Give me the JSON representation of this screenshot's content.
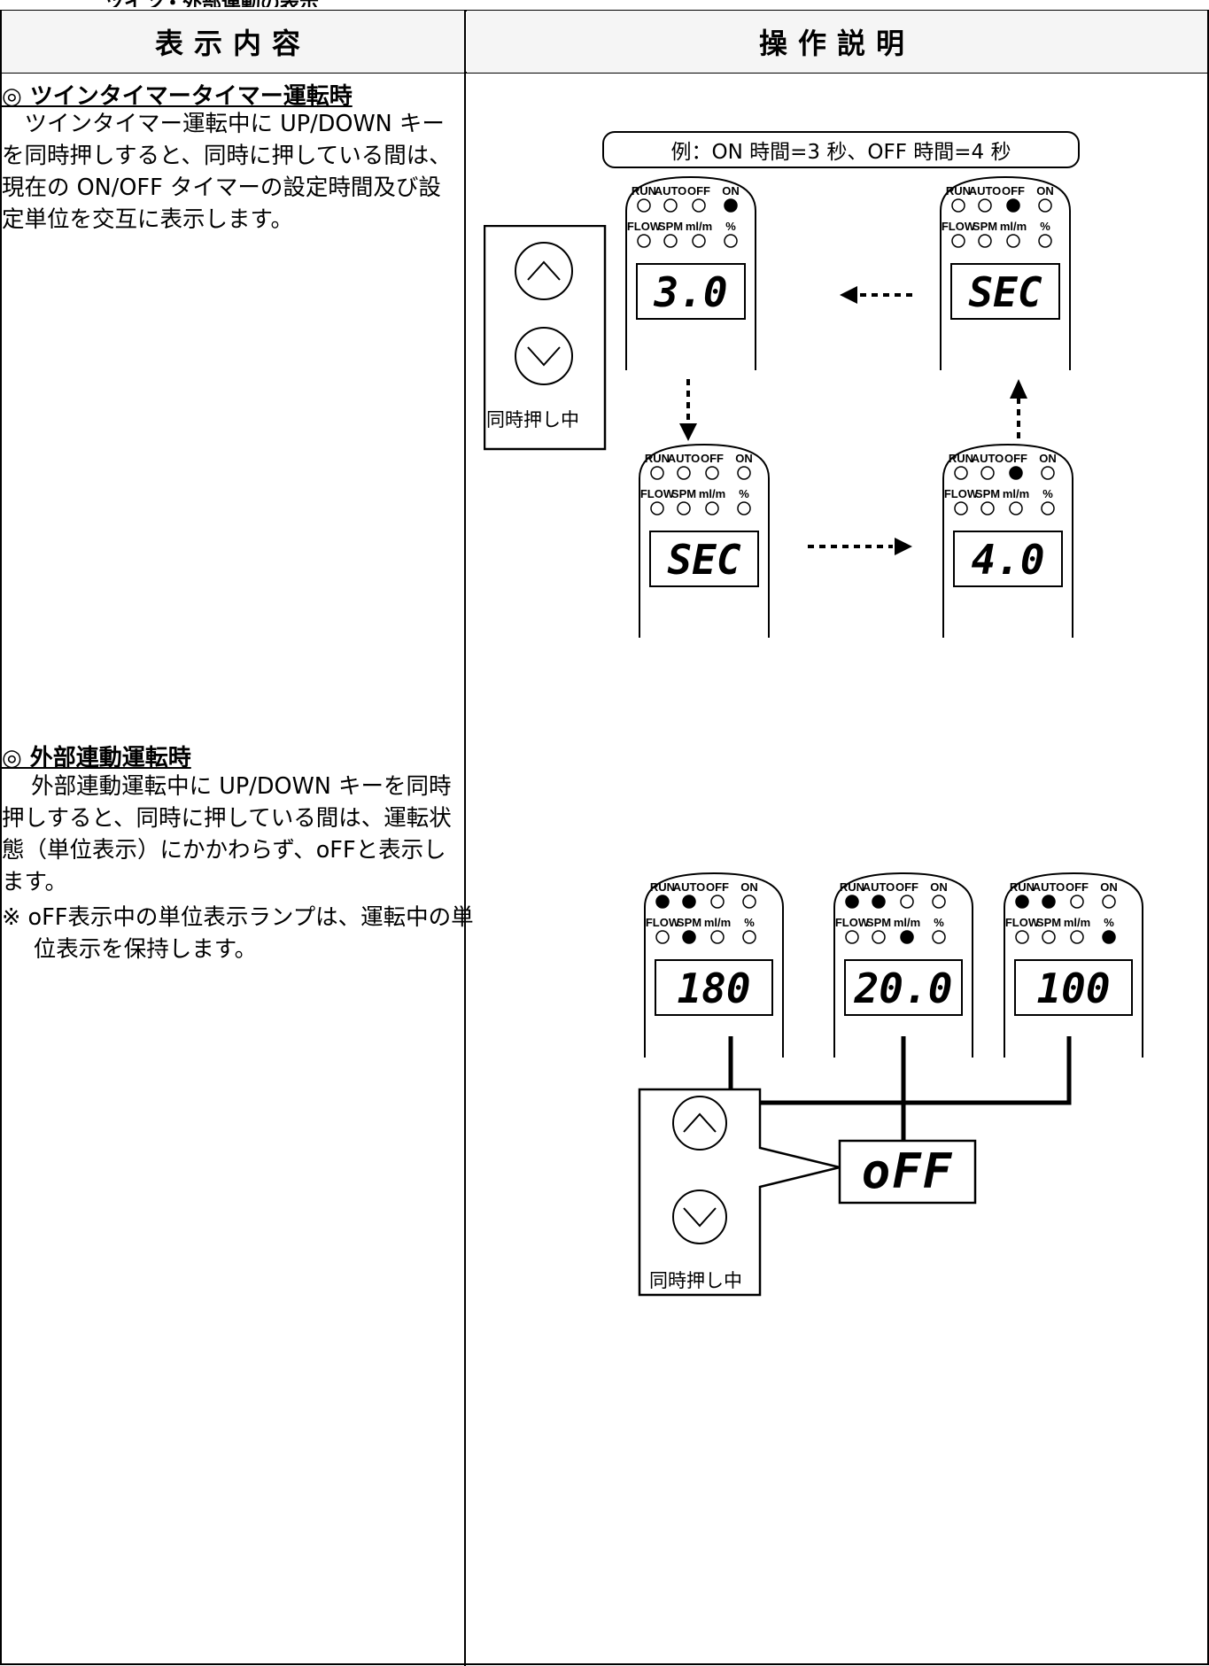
{
  "page": {
    "title": "ツイン・外部連動の表示"
  },
  "table": {
    "col_display_header": "表示内容",
    "col_operation_header": "操作説明"
  },
  "section1": {
    "title": "◎ ツインタイマータイマー運転時",
    "text_lines": [
      "ツインタイマー運転中に UP/DOWN キーを同時押しすると、同時に押している間は、現在の ON/OFF タイマーの設定時間及び設定単位を交互に表示します。"
    ],
    "example_label": "例：ON 時間=3 秒、OFF 時間=4 秒",
    "key_caption": "同時押し中",
    "panels": [
      {
        "display": "3.0",
        "leds_top": [
          "RUN",
          "AUTO",
          "OFF",
          "ON"
        ],
        "leds_bottom": [
          "FLOW",
          "SPM",
          "ml/m",
          "%"
        ],
        "lit_top": [
          false,
          false,
          false,
          true
        ],
        "lit_bottom": [
          false,
          false,
          false,
          false
        ]
      },
      {
        "display": "SEC",
        "leds_top": [
          "RUN",
          "AUTO",
          "OFF",
          "ON"
        ],
        "leds_bottom": [
          "FLOW",
          "SPM",
          "ml/m",
          "%"
        ],
        "lit_top": [
          false,
          false,
          true,
          false
        ],
        "lit_bottom": [
          false,
          false,
          false,
          false
        ]
      },
      {
        "display": "SEC",
        "leds_top": [
          "RUN",
          "AUTO",
          "OFF",
          "ON"
        ],
        "leds_bottom": [
          "FLOW",
          "SPM",
          "ml/m",
          "%"
        ],
        "lit_top": [
          false,
          false,
          false,
          false
        ],
        "lit_bottom": [
          false,
          false,
          false,
          false
        ]
      },
      {
        "display": "4.0",
        "leds_top": [
          "RUN",
          "AUTO",
          "OFF",
          "ON"
        ],
        "leds_bottom": [
          "FLOW",
          "SPM",
          "ml/m",
          "%"
        ],
        "lit_top": [
          false,
          false,
          true,
          false
        ],
        "lit_bottom": [
          false,
          false,
          false,
          false
        ]
      }
    ]
  },
  "section2": {
    "title": "◎ 外部連動運転時",
    "text": "外部連動運転中に UP/DOWN キーを同時押しすると、同時に押している間は、運転状態（単位表示）にかかわらず、oFFと表示します。",
    "note": "※ oFF表示中の単位表示ランプは、運転中の単位表示を保持します。",
    "key_caption": "同時押し中",
    "result_display": "oFF",
    "panels": [
      {
        "display": "180",
        "lit_top": [
          true,
          true,
          false,
          false
        ],
        "lit_bottom": [
          false,
          true,
          false,
          false
        ]
      },
      {
        "display": "20.0",
        "lit_top": [
          true,
          true,
          false,
          false
        ],
        "lit_bottom": [
          false,
          false,
          true,
          false
        ]
      },
      {
        "display": "100",
        "lit_top": [
          true,
          true,
          false,
          false
        ],
        "lit_bottom": [
          false,
          false,
          false,
          true
        ]
      }
    ]
  },
  "led_labels": {
    "top": [
      "RUN",
      "AUTO",
      "OFF",
      "ON"
    ],
    "bottom": [
      "FLOW",
      "SPM",
      "ml/m",
      "%"
    ]
  }
}
